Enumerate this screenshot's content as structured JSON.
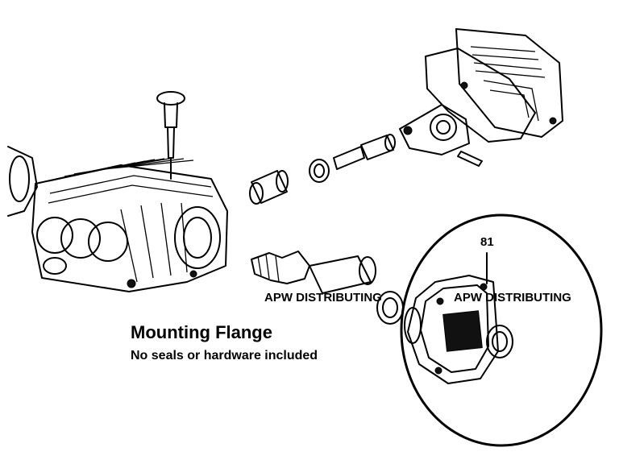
{
  "title": "Mounting Flange",
  "subtitle": "No seals or hardware included",
  "part_number": "81",
  "watermark_left": "APW DISTRIBUTING",
  "watermark_right": "APW DISTRIBUTING"
}
